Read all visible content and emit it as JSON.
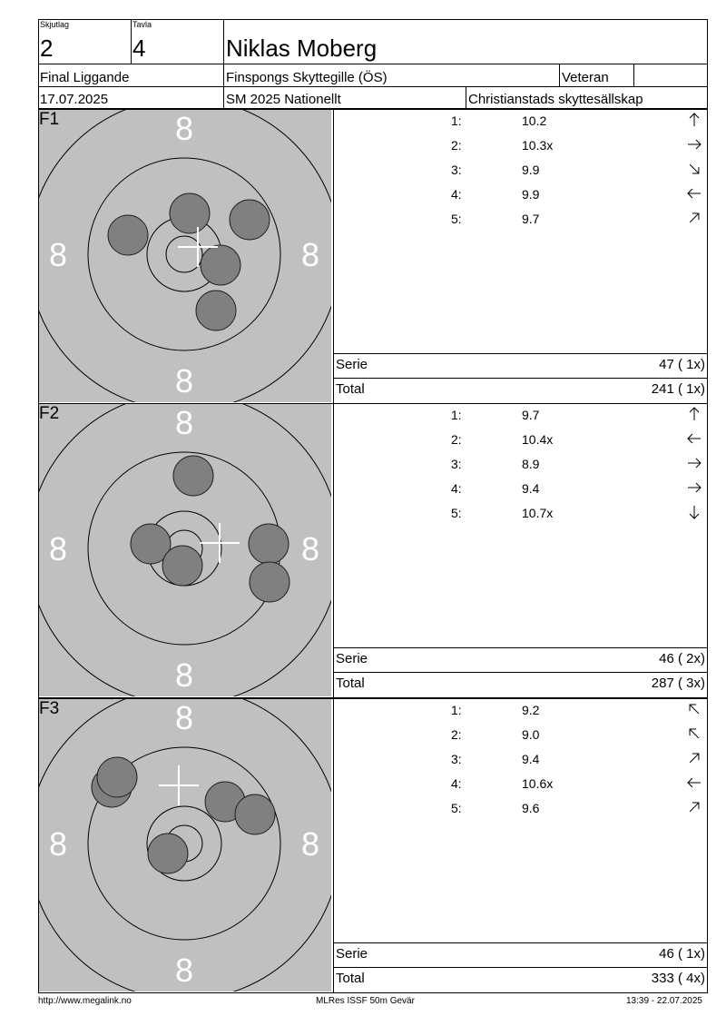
{
  "header": {
    "skjutlag_label": "Skjutlag",
    "skjutlag_value": "2",
    "tavla_label": "Tavla",
    "tavla_value": "4",
    "shooter_name": "Niklas Moberg",
    "event": "Final Liggande",
    "club": "Finspongs Skyttegille (ÖS)",
    "category": "Veteran",
    "date": "17.07.2025",
    "competition": "SM 2025 Nationellt",
    "organizer": "Christianstads skyttesällskap"
  },
  "target_ring_label": "8",
  "series": [
    {
      "label": "F1",
      "shots": [
        {
          "num": "1:",
          "value": "10.2",
          "dir": "up"
        },
        {
          "num": "2:",
          "value": "10.3x",
          "dir": "right"
        },
        {
          "num": "3:",
          "value": "9.9",
          "dir": "down-right"
        },
        {
          "num": "4:",
          "value": "9.9",
          "dir": "left"
        },
        {
          "num": "5:",
          "value": "9.7",
          "dir": "up-right"
        }
      ],
      "serie_label": "Serie",
      "serie_value": "47 ( 1x)",
      "total_label": "Total",
      "total_value": "241 ( 1x)"
    },
    {
      "label": "F2",
      "shots": [
        {
          "num": "1:",
          "value": "9.7",
          "dir": "up"
        },
        {
          "num": "2:",
          "value": "10.4x",
          "dir": "left"
        },
        {
          "num": "3:",
          "value": "8.9",
          "dir": "right"
        },
        {
          "num": "4:",
          "value": "9.4",
          "dir": "right"
        },
        {
          "num": "5:",
          "value": "10.7x",
          "dir": "down"
        }
      ],
      "serie_label": "Serie",
      "serie_value": "46 ( 2x)",
      "total_label": "Total",
      "total_value": "287 ( 3x)"
    },
    {
      "label": "F3",
      "shots": [
        {
          "num": "1:",
          "value": "9.2",
          "dir": "up-left"
        },
        {
          "num": "2:",
          "value": "9.0",
          "dir": "up-left"
        },
        {
          "num": "3:",
          "value": "9.4",
          "dir": "up-right"
        },
        {
          "num": "4:",
          "value": "10.6x",
          "dir": "left"
        },
        {
          "num": "5:",
          "value": "9.6",
          "dir": "up-right"
        }
      ],
      "serie_label": "Serie",
      "serie_value": "46 ( 1x)",
      "total_label": "Total",
      "total_value": "333 ( 4x)"
    }
  ],
  "footer": {
    "url": "http://www.megalink.no",
    "software": "MLRes ISSF 50m Gevär",
    "timestamp": "13:39 - 22.07.2025"
  },
  "colors": {
    "target_bg": "#c0c0c0",
    "hole": "#808080",
    "line": "#000000",
    "ring_number": "#ffffff"
  }
}
